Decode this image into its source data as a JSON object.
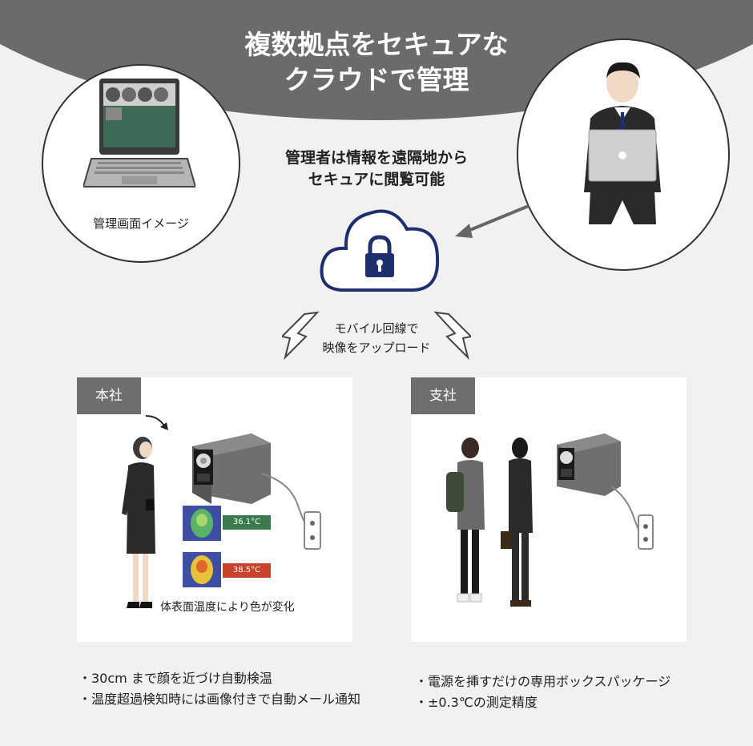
{
  "banner": {
    "line1": "複数拠点をセキュアな",
    "line2": "クラウドで管理",
    "color": "#6b6b6b"
  },
  "laptop_caption": "管理画面イメージ",
  "cloud": {
    "text_line1": "管理者は情報を遠隔地から",
    "text_line2": "セキュアに閲覧可能",
    "border_color": "#1f2e6e"
  },
  "upload": {
    "line1": "モバイル回線で",
    "line2": "映像をアップロード"
  },
  "panels": {
    "left": {
      "tag": "本社",
      "temp_normal": "36.1°C",
      "temp_high": "38.5°C",
      "caption": "体表面温度により色が変化"
    },
    "right": {
      "tag": "支社"
    }
  },
  "bullets": {
    "left": [
      "・30cm まで顔を近づけ自動検温",
      "・温度超過検知時には画像付きで自動メール通知"
    ],
    "right": [
      "・電源を挿すだけの専用ボックスパッケージ",
      "・±0.3℃の測定精度"
    ]
  }
}
